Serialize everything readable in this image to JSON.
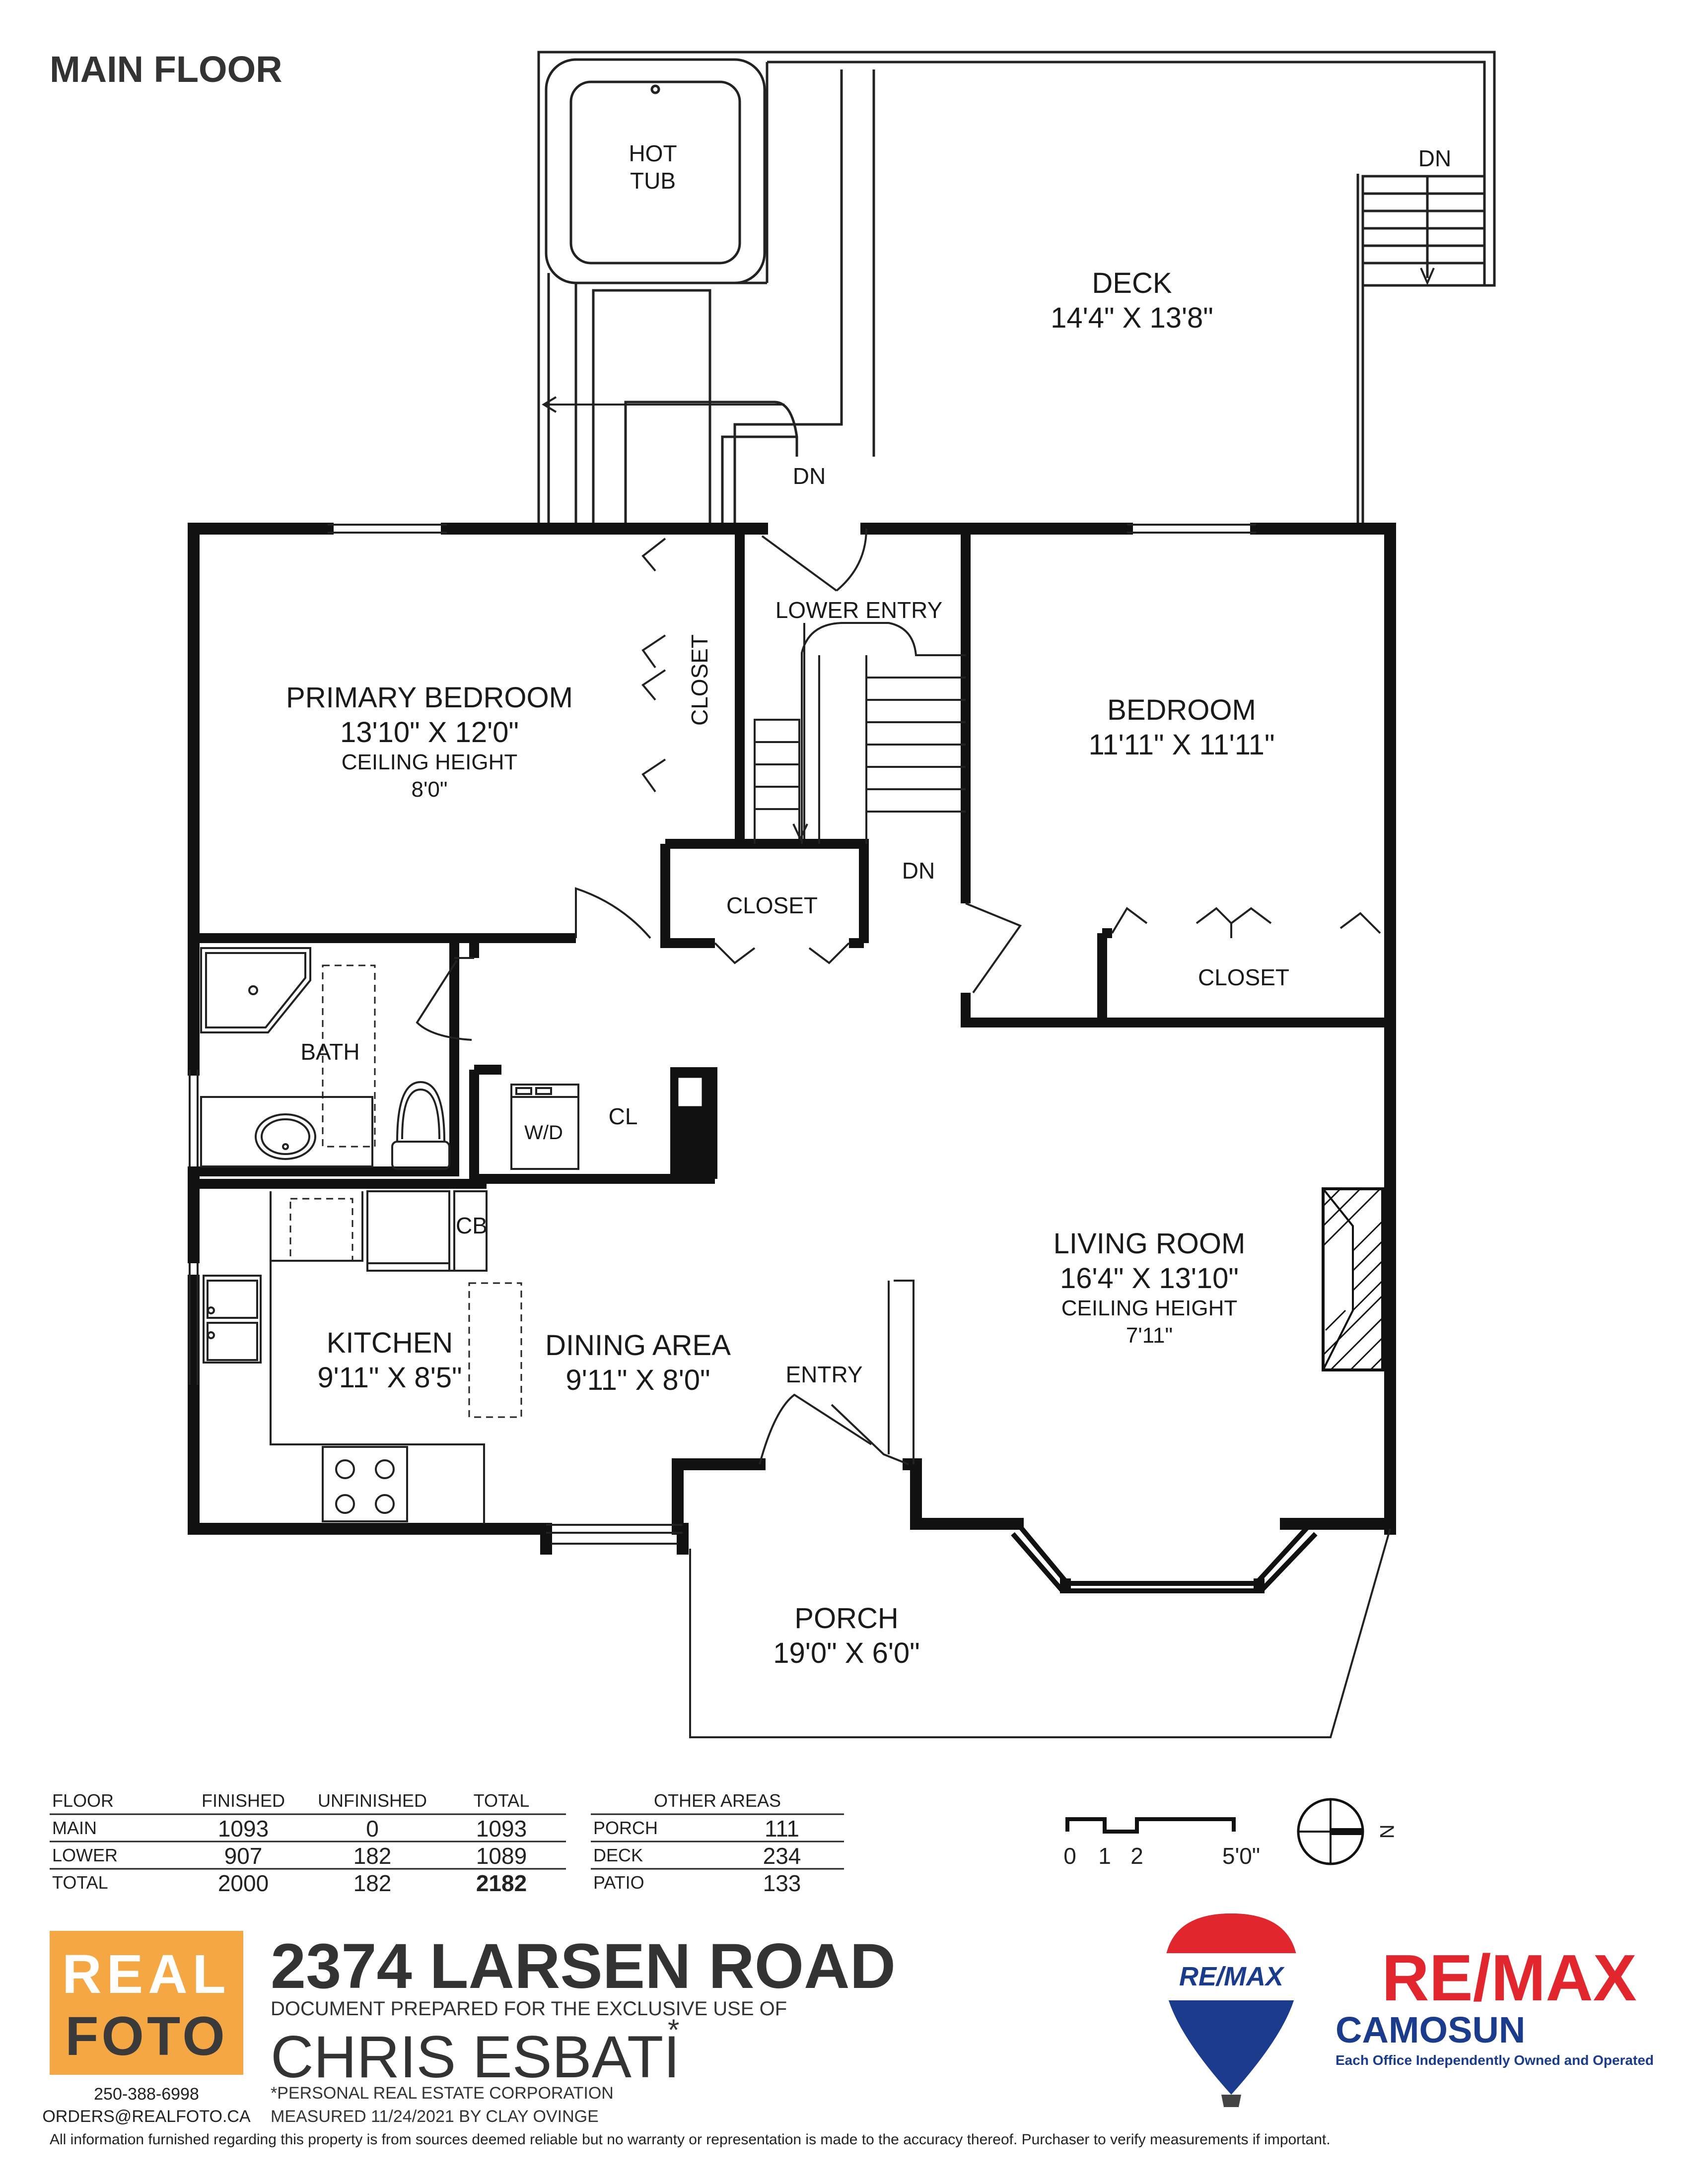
{
  "floor_title": "MAIN FLOOR",
  "rooms": {
    "hot_tub": [
      "HOT",
      "TUB"
    ],
    "deck": {
      "name": "DECK",
      "dims": "14'4\" X 13'8\""
    },
    "deck_dn_upper": "DN",
    "deck_dn_lower": "DN",
    "primary_bedroom": {
      "name": "PRIMARY BEDROOM",
      "dims": "13'10\" X 12'0\"",
      "ceiling_label": "CEILING HEIGHT",
      "ceiling_value": "8'0\""
    },
    "primary_closet": "CLOSET",
    "lower_entry": "LOWER ENTRY",
    "stairs_dn": "DN",
    "hall_closet": "CLOSET",
    "bedroom": {
      "name": "BEDROOM",
      "dims": "11'11\" X 11'11\""
    },
    "bedroom_closet": "CLOSET",
    "bath": "BATH",
    "laundry": "W/D",
    "laundry_closet": "CL",
    "cb": "CB",
    "kitchen": {
      "name": "KITCHEN",
      "dims": "9'11\" X 8'5\""
    },
    "dining": {
      "name": "DINING AREA",
      "dims": "9'11\" X 8'0\""
    },
    "entry": "ENTRY",
    "living": {
      "name": "LIVING ROOM",
      "dims": "16'4\" X 13'10\"",
      "ceiling_label": "CEILING HEIGHT",
      "ceiling_value": "7'11\""
    },
    "porch": {
      "name": "PORCH",
      "dims": "19'0\" X 6'0\""
    }
  },
  "area_table": {
    "headers": [
      "FLOOR",
      "FINISHED",
      "UNFINISHED",
      "TOTAL"
    ],
    "rows": [
      [
        "MAIN",
        "1093",
        "0",
        "1093"
      ],
      [
        "LOWER",
        "907",
        "182",
        "1089"
      ],
      [
        "TOTAL",
        "2000",
        "182",
        "2182"
      ]
    ]
  },
  "other_areas": {
    "header": "OTHER AREAS",
    "rows": [
      [
        "PORCH",
        "111"
      ],
      [
        "DECK",
        "234"
      ],
      [
        "PATIO",
        "133"
      ]
    ]
  },
  "scale": {
    "ticks": [
      "0",
      "1",
      "2",
      "5'0\""
    ]
  },
  "compass": "N",
  "footer": {
    "logo_line1": "REAL",
    "logo_line2": "FOTO",
    "phone": "250-388-6998",
    "email": "ORDERS@REALFOTO.CA",
    "address": "2374 LARSEN ROAD",
    "prepared": "DOCUMENT PREPARED FOR THE EXCLUSIVE USE OF",
    "agent": "CHRIS ESBATI",
    "agent_mark": "*",
    "corp": "*PERSONAL REAL ESTATE CORPORATION",
    "measured": "MEASURED   11/24/2021   BY CLAY OVINGE",
    "disclaimer": "All information furnished regarding this property is from sources deemed reliable but no warranty or representation is made to the accuracy thereof. Purchaser to verify measurements if important.",
    "remax_balloon": "RE/MAX",
    "remax_big": "RE/MAX",
    "remax_office": "CAMOSUN",
    "remax_tagline": "Each Office Independently Owned and Operated"
  },
  "colors": {
    "wall": "#111111",
    "realfoto_orange": "#f4a742",
    "remax_red": "#e1262d",
    "remax_blue": "#1b3c8c"
  }
}
